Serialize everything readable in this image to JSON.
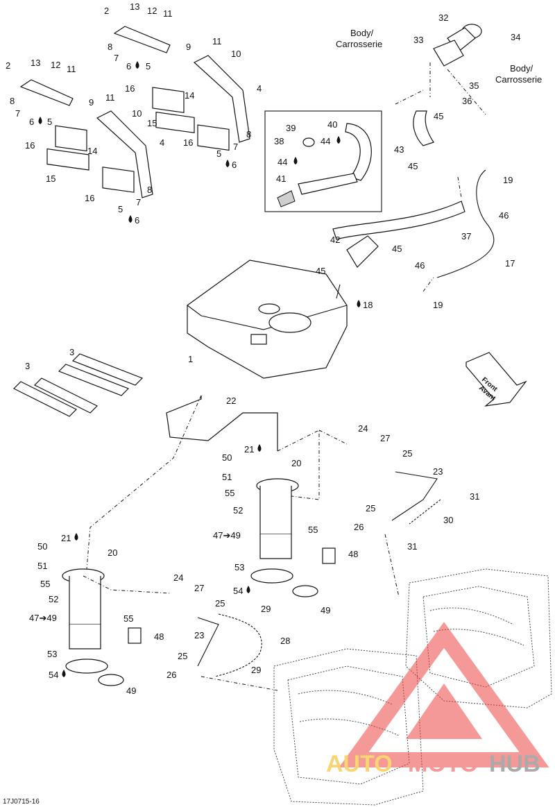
{
  "diagram": {
    "code": "17J0715-16",
    "body_label_1": [
      "Body/",
      "Carrosserie"
    ],
    "body_label_2": [
      "Body/",
      "Carrosserie"
    ],
    "front_label": [
      "Front",
      "Avant"
    ],
    "watermark": {
      "part1": "AUTO",
      "part2": "MOTO",
      "part3": "HUB"
    },
    "callouts": {
      "c1": "1",
      "c2": "2",
      "c3": "3",
      "c4": "4",
      "c5": "5",
      "c6": "6",
      "c7": "7",
      "c8": "8",
      "c9": "9",
      "c10": "10",
      "c11": "11",
      "c12": "12",
      "c13": "13",
      "c14": "14",
      "c15": "15",
      "c16": "16",
      "c17": "17",
      "c18": "18",
      "c19": "19",
      "c20": "20",
      "c21": "21",
      "c22": "22",
      "c23": "23",
      "c24": "24",
      "c25": "25",
      "c26": "26",
      "c27": "27",
      "c28": "28",
      "c29": "29",
      "c30": "30",
      "c31": "31",
      "c32": "32",
      "c33": "33",
      "c34": "34",
      "c35": "35",
      "c36": "36",
      "c37": "37",
      "c38": "38",
      "c39": "39",
      "c40": "40",
      "c41": "41",
      "c42": "42",
      "c43": "43",
      "c44": "44",
      "c45": "45",
      "c46": "46",
      "c47_49": "47➔49",
      "c48": "48",
      "c49": "49",
      "c50": "50",
      "c51": "51",
      "c52": "52",
      "c53": "53",
      "c54": "54",
      "c55": "55"
    }
  }
}
